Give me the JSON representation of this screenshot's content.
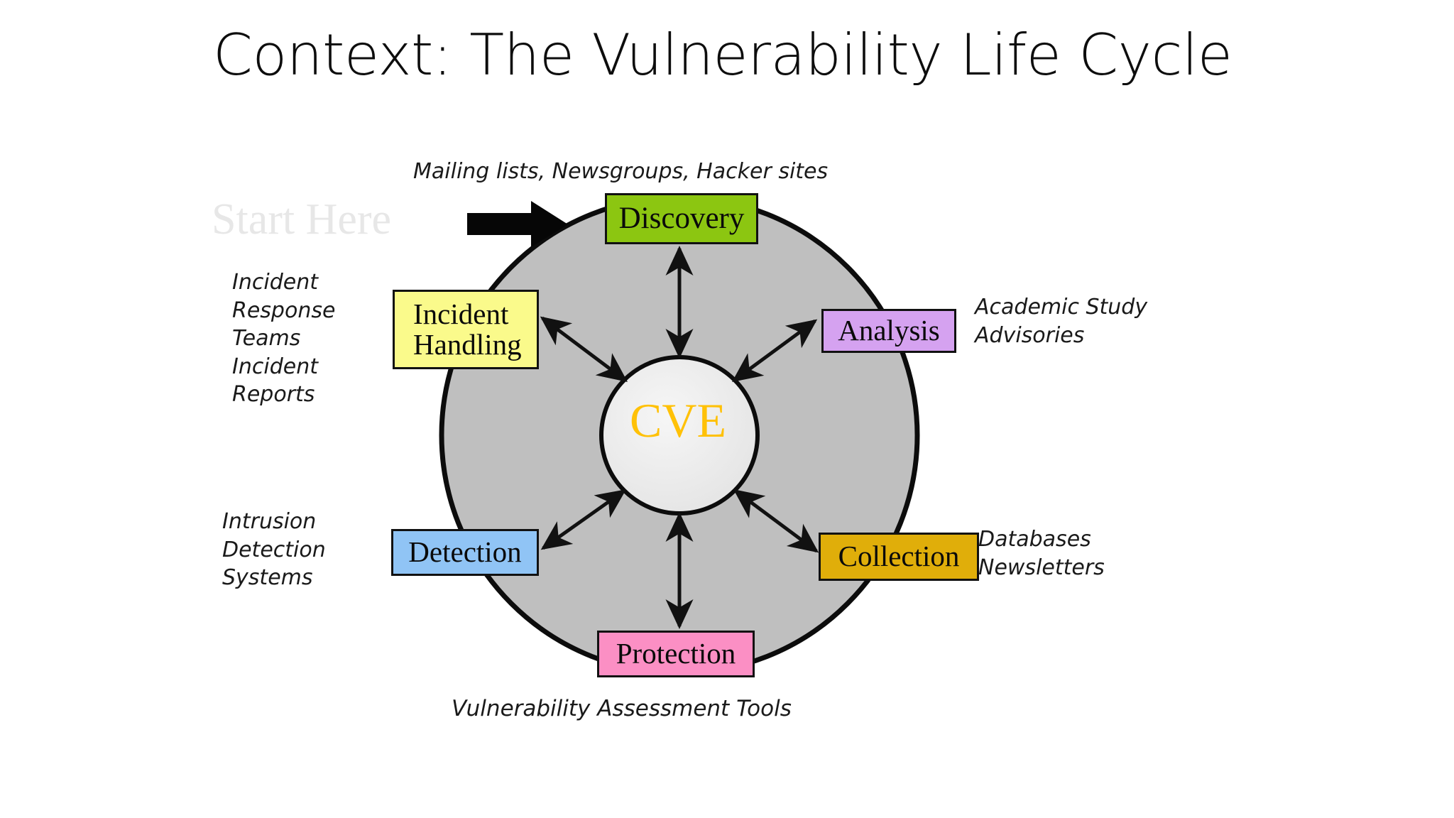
{
  "slide": {
    "title": "Context: The Vulnerability Life Cycle",
    "background_color": "#FFFFFF"
  },
  "diagram": {
    "type": "cycle-diagram",
    "center": {
      "label": "CVE",
      "text_color": "#FFC107",
      "fill_color": "#EDEDED",
      "stroke_color": "#111111"
    },
    "ring": {
      "fill_color": "#BFBFBF",
      "stroke_color": "#111111"
    },
    "start_marker": {
      "label": "Start Here",
      "color": "#E7E7E7",
      "arrow_icon": "right-block-arrow-icon",
      "points_to": "Discovery"
    },
    "nodes": [
      {
        "id": "discovery",
        "label": "Discovery",
        "color": "#8CC611",
        "position": "top",
        "annotation": "Mailing lists, Newsgroups, Hacker sites",
        "annotation_position": "above"
      },
      {
        "id": "analysis",
        "label": "Analysis",
        "color": "#D5A2F0",
        "position": "upper-right",
        "annotation": "Academic Study\nAdvisories",
        "annotation_position": "right"
      },
      {
        "id": "collection",
        "label": "Collection",
        "color": "#E0AE0A",
        "position": "lower-right",
        "annotation": "Databases\nNewsletters",
        "annotation_position": "right"
      },
      {
        "id": "protection",
        "label": "Protection",
        "color": "#FB8FC4",
        "position": "bottom",
        "annotation": "Vulnerability Assessment Tools",
        "annotation_position": "below"
      },
      {
        "id": "detection",
        "label": "Detection",
        "color": "#90C4F5",
        "position": "lower-left",
        "annotation": "Intrusion\nDetection\nSystems",
        "annotation_position": "left"
      },
      {
        "id": "incident-handling",
        "label": "Incident Handling",
        "label_line1": "Incident",
        "label_line2": "Handling",
        "color": "#FAFA8B",
        "position": "upper-left",
        "annotation": "Incident\nResponse\nTeams\nIncident\nReports",
        "annotation_position": "left"
      }
    ],
    "connectors": {
      "style": "double-headed-arrow",
      "color": "#111111",
      "description": "Each node is joined to the central CVE circle by a bidirectional arrow."
    },
    "annotations": {
      "top": "Mailing lists, Newsgroups, Hacker sites",
      "bottom": "Vulnerability Assessment Tools",
      "left_upper": "Incident\nResponse\nTeams\nIncident\nReports",
      "left_lower": "Intrusion\nDetection\nSystems",
      "right_upper": "Academic Study\nAdvisories",
      "right_lower": "Databases\nNewsletters"
    }
  }
}
